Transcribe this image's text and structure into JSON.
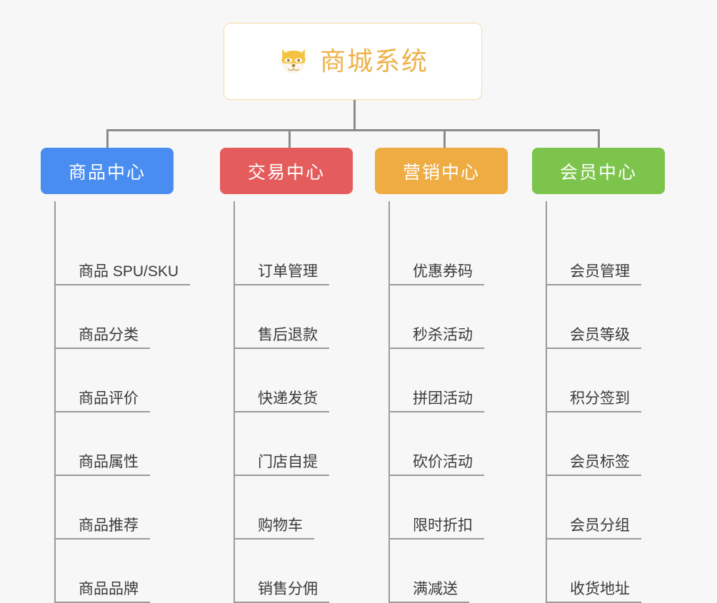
{
  "page": {
    "background_color": "#f7f7f7",
    "line_color": "#8b8b8b"
  },
  "root": {
    "title": "商城系统",
    "icon": "dog-face-icon",
    "text_color": "#edb24a",
    "border_color": "#f0b44a",
    "background_color": "#ffffff"
  },
  "columns": [
    {
      "header": "商品中心",
      "color": "#4a8df0",
      "items": [
        "商品 SPU/SKU",
        "商品分类",
        "商品评价",
        "商品属性",
        "商品推荐",
        "商品品牌"
      ]
    },
    {
      "header": "交易中心",
      "color": "#e45c5c",
      "items": [
        "订单管理",
        "售后退款",
        "快递发货",
        "门店自提",
        "购物车",
        "销售分佣"
      ]
    },
    {
      "header": "营销中心",
      "color": "#eeac43",
      "items": [
        "优惠券码",
        "秒杀活动",
        "拼团活动",
        "砍价活动",
        "限时折扣",
        "满减送"
      ]
    },
    {
      "header": "会员中心",
      "color": "#7cc44b",
      "items": [
        "会员管理",
        "会员等级",
        "积分签到",
        "会员标签",
        "会员分组",
        "收货地址"
      ]
    }
  ]
}
